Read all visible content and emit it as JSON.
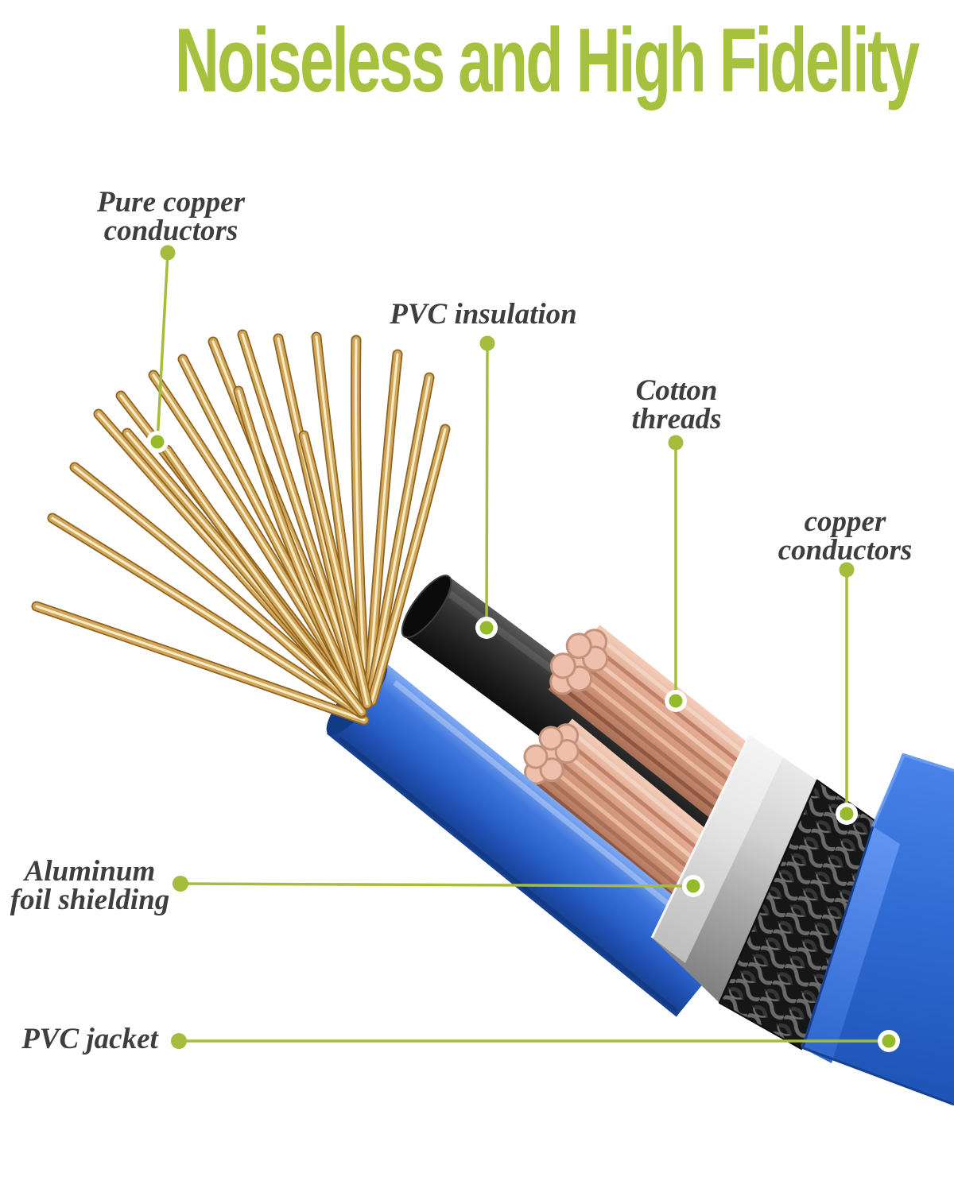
{
  "title": {
    "text": "Noiseless and High Fidelity"
  },
  "callouts": {
    "pure_copper_conductors": {
      "line1": "Pure copper",
      "line2": "conductors"
    },
    "pvc_insulation": {
      "line1": "PVC insulation"
    },
    "cotton_threads": {
      "line1": "Cotton",
      "line2": "threads"
    },
    "copper_conductors": {
      "line1": "copper",
      "line2": "conductors"
    },
    "aluminum_foil_shielding": {
      "line1": "Aluminum",
      "line2": "foil shielding"
    },
    "pvc_jacket": {
      "line1": "PVC jacket"
    }
  },
  "colors": {
    "title_green": "#a5c13d",
    "leader_green": "#a4bd3c",
    "callout_dot_green": "#96bb2a",
    "label_text": "#3e3e3e",
    "pvc_jacket_blue": "#2f6bd4",
    "inner_wire_blue": "#2f6ad1",
    "pvc_insulation_black": "#262626",
    "bare_copper_gold": "#d2a859",
    "stranded_copper_pink": "#d99f87",
    "aluminum_foil_silver": "#c6c6c6",
    "braid_dark": "#161616",
    "background": "#ffffff"
  }
}
